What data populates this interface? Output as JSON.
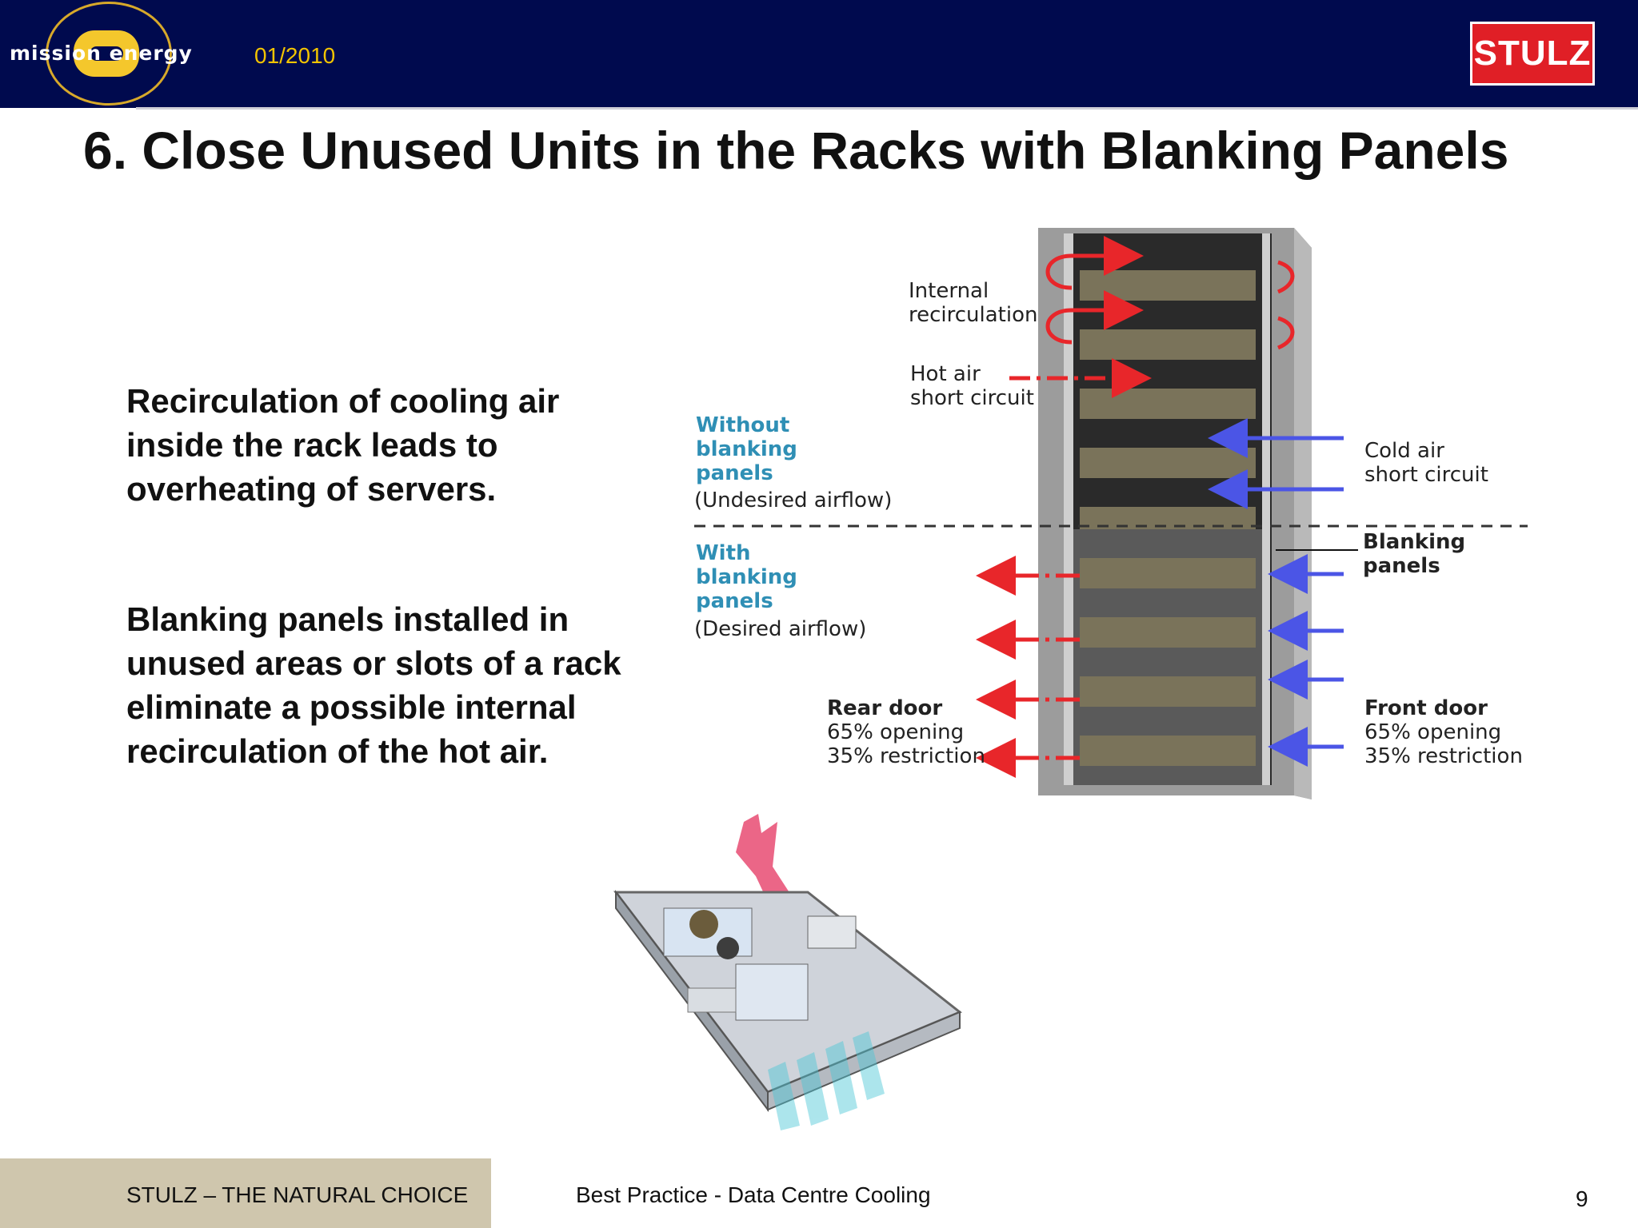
{
  "header": {
    "logo_text": "mission energy",
    "date": "01/2010",
    "brand_logo": "STULZ",
    "colors": {
      "bar": "#000a4e",
      "date": "#f2c400",
      "brand": "#e01f26"
    }
  },
  "slide": {
    "title": "6. Close Unused Units in the Racks with Blanking Panels",
    "paragraphs": [
      "Recirculation of cooling air inside the rack leads to overheating of servers.",
      "Blanking panels installed in unused areas or slots of a rack eliminate a possible internal recirculation of the hot air."
    ]
  },
  "diagram": {
    "labels": {
      "internal_recirculation": [
        "Internal",
        "recirculation"
      ],
      "hot_air_short_circuit": [
        "Hot air",
        "short circuit"
      ],
      "without_blanking": [
        "Without",
        "blanking",
        "panels"
      ],
      "undesired_airflow": "(Undesired airflow)",
      "cold_air_short_circuit": [
        "Cold air",
        "short circuit"
      ],
      "with_blanking": [
        "With",
        "blanking",
        "panels"
      ],
      "desired_airflow": "(Desired airflow)",
      "blanking_panels": [
        "Blanking",
        "panels"
      ],
      "rear_door": [
        "Rear door",
        "65% opening",
        "35% restriction"
      ],
      "front_door": [
        "Front door",
        "65% opening",
        "35% restriction"
      ]
    },
    "colors": {
      "hot": "#e8262a",
      "cold": "#4b55e6",
      "label_blue": "#2f8fb5",
      "rack": "#7a735a"
    }
  },
  "footer": {
    "brand": "STULZ – THE NATURAL CHOICE",
    "center": "Best Practice - Data Centre Cooling",
    "page": "9"
  }
}
